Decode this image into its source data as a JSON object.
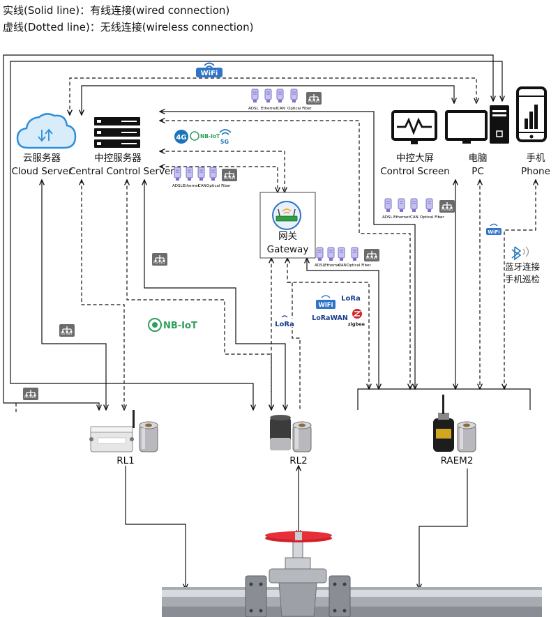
{
  "legend": {
    "solid": "实线(Solid line)：有线连接(wired connection)",
    "dotted": "虚线(Dotted line)：无线连接(wireless connection)"
  },
  "nodes": {
    "cloud_server": {
      "cn": "云服务器",
      "en": "Cloud Server"
    },
    "central_server": {
      "cn": "中控服务器",
      "en": "Central Control Server"
    },
    "gateway": {
      "cn": "网关",
      "en": "Gateway"
    },
    "control_screen": {
      "cn": "中控大屏",
      "en": "Control Screen"
    },
    "pc": {
      "cn": "电脑",
      "en": "PC"
    },
    "phone": {
      "cn": "手机",
      "en": "Phone"
    },
    "rl1": {
      "label": "RL1"
    },
    "rl2": {
      "label": "RL2"
    },
    "raem2": {
      "label": "RAEM2"
    }
  },
  "bluetooth_note": {
    "line1": "蓝牙连接",
    "line2": "手机巡检"
  },
  "badges": {
    "wifi": "WiFi",
    "fourg": "4G",
    "fiveg": "5G",
    "nbiot": "NB-IoT",
    "lora": "LoRa",
    "lorawan": "LoRaWAN",
    "zigbee": "zigbee",
    "rs485": "RS-485",
    "interfaces": [
      "ADSL",
      "Ethernet",
      "CAN",
      "Optical Fiber"
    ]
  },
  "colors": {
    "line": "#111111",
    "cloud": "#2f8fd9",
    "wifi_bg": "#2f74c6",
    "fourg": "#1b73b8",
    "nbiot": "#2e9e5b",
    "lora_blue": "#1a3a8a",
    "zigbee": "#d2232a",
    "valve_red": "#d0202a",
    "interface_purple": "#7a73c9"
  }
}
